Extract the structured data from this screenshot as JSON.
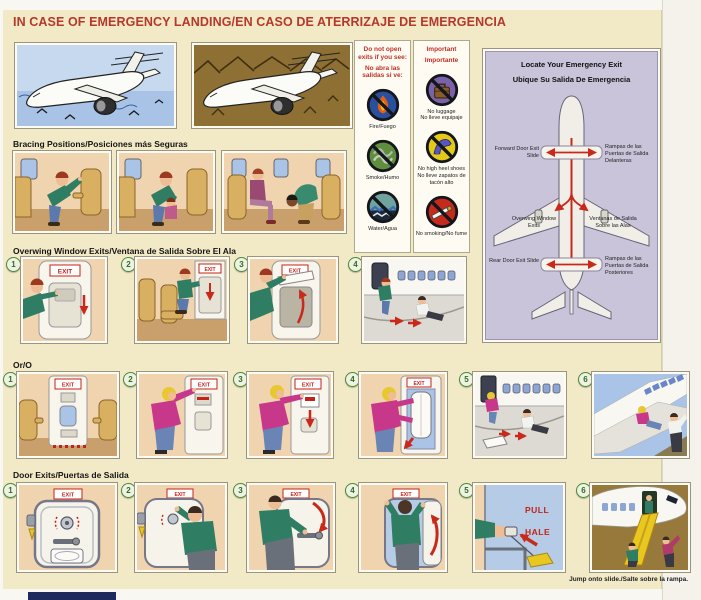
{
  "page": {
    "title": "IN CASE OF EMERGENCY LANDING/EN CASO DE ATERRIZAJE DE EMERGENCIA"
  },
  "exit_sign": "EXIT",
  "warnings": {
    "left": {
      "header_en": "Do not open exits if you see:",
      "header_es": "No abra las salidas si ve:",
      "items": [
        {
          "icon": "fire-icon",
          "label": "Fire/Fuego"
        },
        {
          "icon": "smoke-icon",
          "label": "Smoke/Humo"
        },
        {
          "icon": "water-icon",
          "label": "Water/Agua"
        }
      ]
    },
    "right": {
      "header_en": "Important",
      "header_es": "Importante",
      "items": [
        {
          "icon": "no-luggage-icon",
          "label_en": "No luggage",
          "label_es": "No lleve equipaje"
        },
        {
          "icon": "no-high-heels-icon",
          "label_en": "No high heel shoes",
          "label_es": "No lleve zapatos de tacón alto"
        },
        {
          "icon": "no-smoking-icon",
          "label_en": "No smoking/No fume",
          "label_es": ""
        }
      ]
    }
  },
  "locate": {
    "title_en": "Locate Your Emergency Exit",
    "title_es": "Ubique Su Salida De Emergencia",
    "forward_en": "Forward Door Exit Slide",
    "forward_es": "Rampas de las Puertas de Salida Delanteras",
    "overwing_en": "Overwing Window Exits",
    "overwing_es": "Ventanas de Salida Sobre las Alas",
    "rear_en": "Rear Door Exit Slide",
    "rear_es": "Rampas de las Puertas de Salida Posteriores"
  },
  "sections": {
    "bracing": "Bracing Positions/Posiciones más Seguras",
    "overwing": "Overwing Window Exits/Ventana de Salida Sobre El Ala",
    "or": "Or/O",
    "door": "Door Exits/Puertas de Salida"
  },
  "steps": {
    "overwing": [
      "1",
      "2",
      "3",
      "4"
    ],
    "or": [
      "1",
      "2",
      "3",
      "4",
      "5",
      "6"
    ],
    "door": [
      "1",
      "2",
      "3",
      "4",
      "5",
      "6"
    ]
  },
  "door_detail": {
    "pull": "PULL",
    "hale": "HALE"
  },
  "captions": {
    "jump": "Jump onto slide./Salte sobre la rampa."
  },
  "colors": {
    "title_red": "#b5382a",
    "arrow_red": "#c8291b",
    "card_bg": "#f2e9c7",
    "lavender": "#c9c4da"
  }
}
